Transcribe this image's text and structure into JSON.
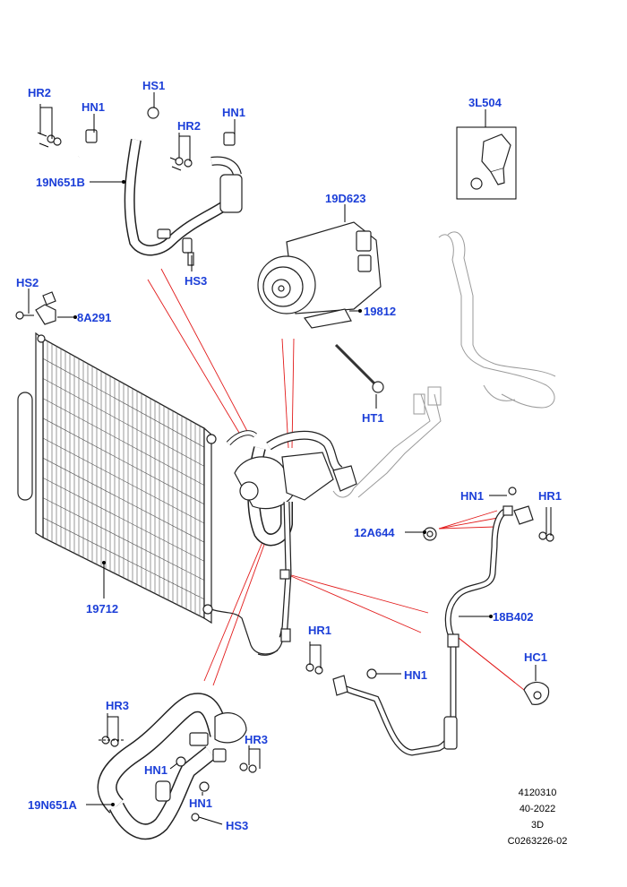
{
  "labels": {
    "HR2_a": "HR2",
    "HN1_a": "HN1",
    "HS1": "HS1",
    "HR2_b": "HR2",
    "HN1_b": "HN1",
    "19N651B": "19N651B",
    "HS3_a": "HS3",
    "3L504": "3L504",
    "19D623": "19D623",
    "19812": "19812",
    "HT1": "HT1",
    "HS2": "HS2",
    "8A291": "8A291",
    "19712": "19712",
    "HN1_c": "HN1",
    "HR1_a": "HR1",
    "12A644": "12A644",
    "18B402": "18B402",
    "HR1_b": "HR1",
    "HN1_d": "HN1",
    "HC1": "HC1",
    "HR3_a": "HR3",
    "HR3_b": "HR3",
    "HN1_e": "HN1",
    "HN1_f": "HN1",
    "19N651A": "19N651A",
    "HS3_b": "HS3"
  },
  "footer": {
    "line1": "4120310",
    "line2": "40-2022",
    "line3": "3D",
    "line4": "C0263226-02"
  },
  "colors": {
    "label": "#1c3fd8",
    "callout": "#e21b1b",
    "line": "#000000"
  }
}
